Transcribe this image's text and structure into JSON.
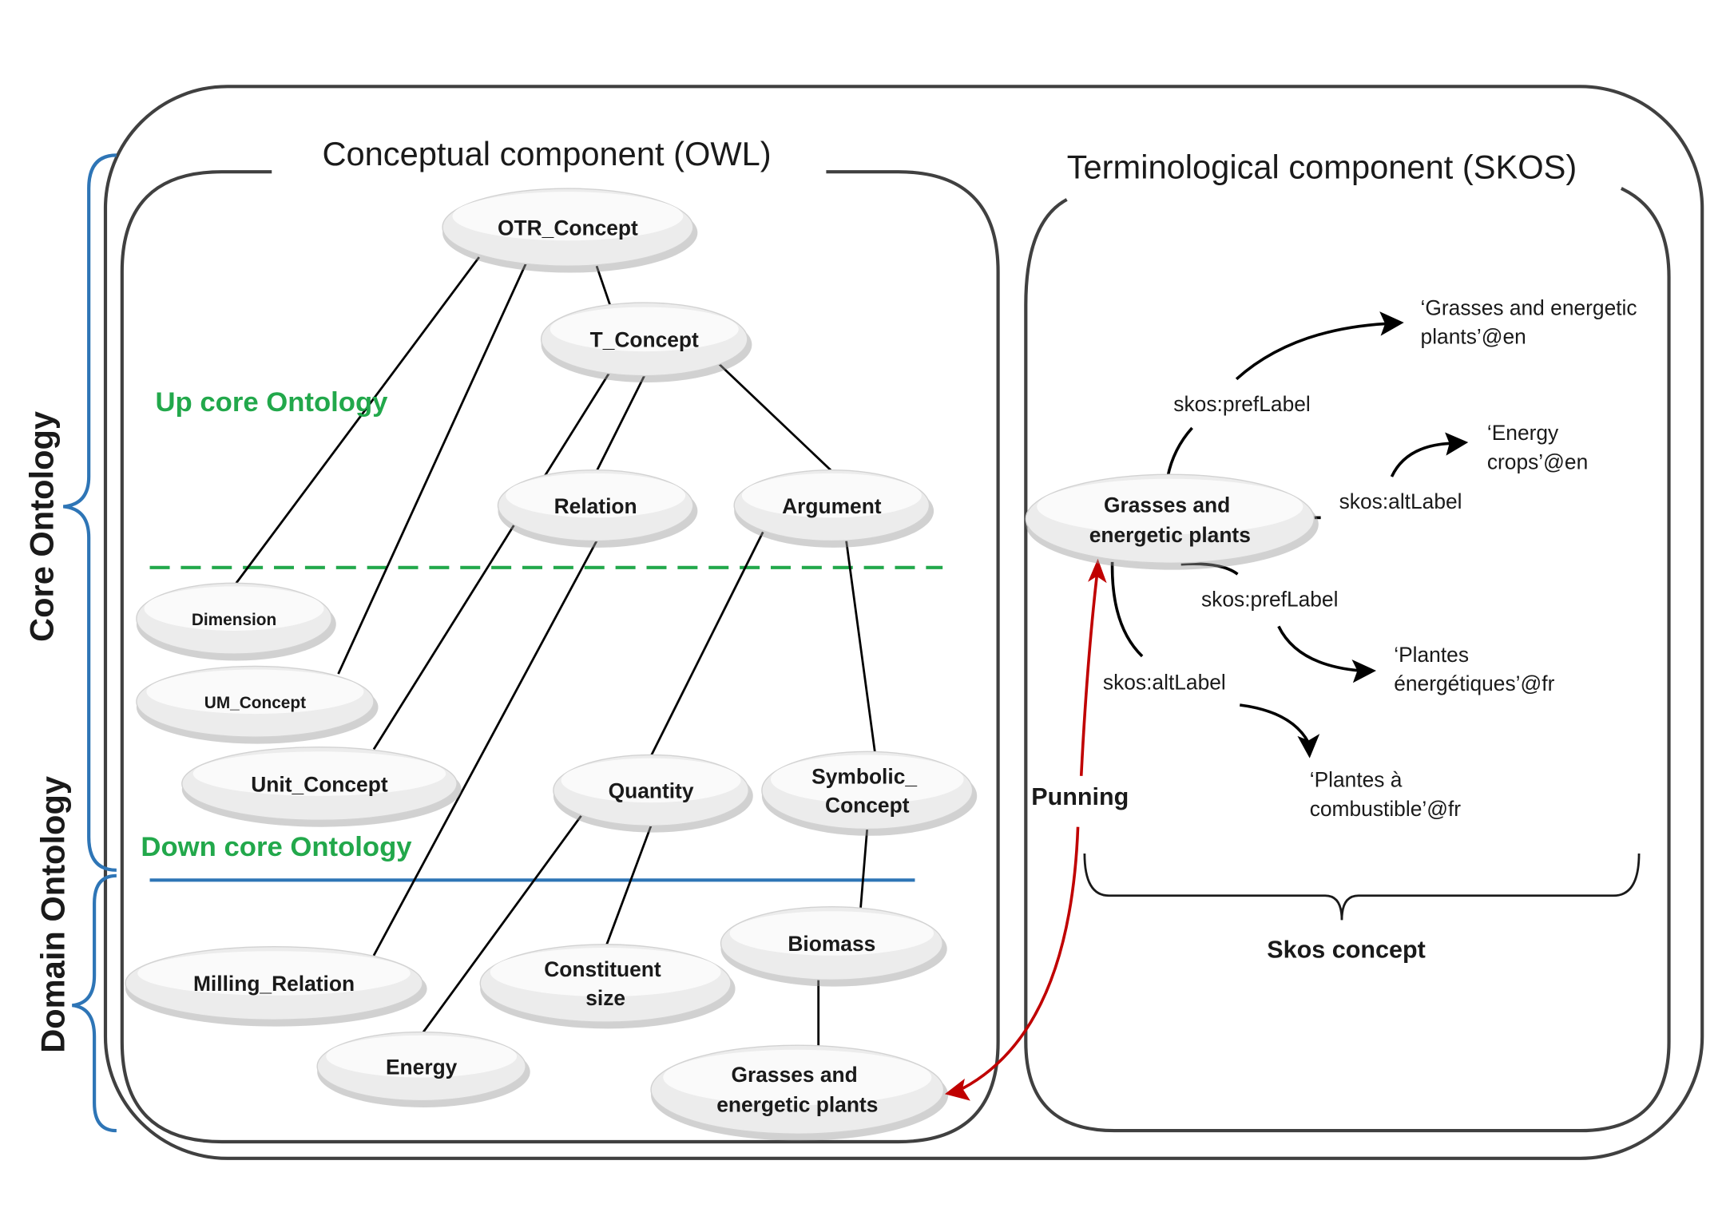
{
  "titles": {
    "conceptual": "Conceptual component (OWL)",
    "terminological": "Terminological component (SKOS)"
  },
  "side_labels": {
    "core_ontology": "Core Ontology",
    "domain_ontology": "Domain Ontology"
  },
  "layer_labels": {
    "up_core": "Up core Ontology",
    "down_core": "Down core Ontology"
  },
  "owl_nodes": {
    "otr_concept": [
      "OTR_Concept"
    ],
    "t_concept": [
      "T_Concept"
    ],
    "relation": [
      "Relation"
    ],
    "argument": [
      "Argument"
    ],
    "dimension": [
      "Dimension"
    ],
    "um_concept": [
      "UM_Concept"
    ],
    "unit_concept": [
      "Unit_Concept"
    ],
    "quantity": [
      "Quantity"
    ],
    "symbolic_concept": [
      "Symbolic_",
      "Concept"
    ],
    "biomass": [
      "Biomass"
    ],
    "milling_relation": [
      "Milling_Relation"
    ],
    "constituent_size": [
      "Constituent",
      "size"
    ],
    "energy": [
      "Energy"
    ],
    "grasses_and_energetic_plants": [
      "Grasses and",
      "energetic plants"
    ]
  },
  "skos": {
    "concept_node": [
      "Grasses and",
      "energetic plants"
    ],
    "relations": {
      "pref_label_en": "skos:prefLabel",
      "alt_label_en": "skos:altLabel",
      "pref_label_fr": "skos:prefLabel",
      "alt_label_fr": "skos:altLabel"
    },
    "literals": {
      "pref_en": [
        "‘Grasses and energetic",
        "plants’@en"
      ],
      "alt_en": [
        "‘Energy",
        "crops’@en"
      ],
      "pref_fr": [
        "‘Plantes",
        "énergétiques’@fr"
      ],
      "alt_fr": [
        "‘Plantes à",
        "combustible’@fr"
      ]
    },
    "punning": "Punning",
    "skos_concept": "Skos concept"
  },
  "colors": {
    "layer_green": "#22a84b",
    "brace_blue": "#2e75b6",
    "punning_red": "#c00000"
  }
}
